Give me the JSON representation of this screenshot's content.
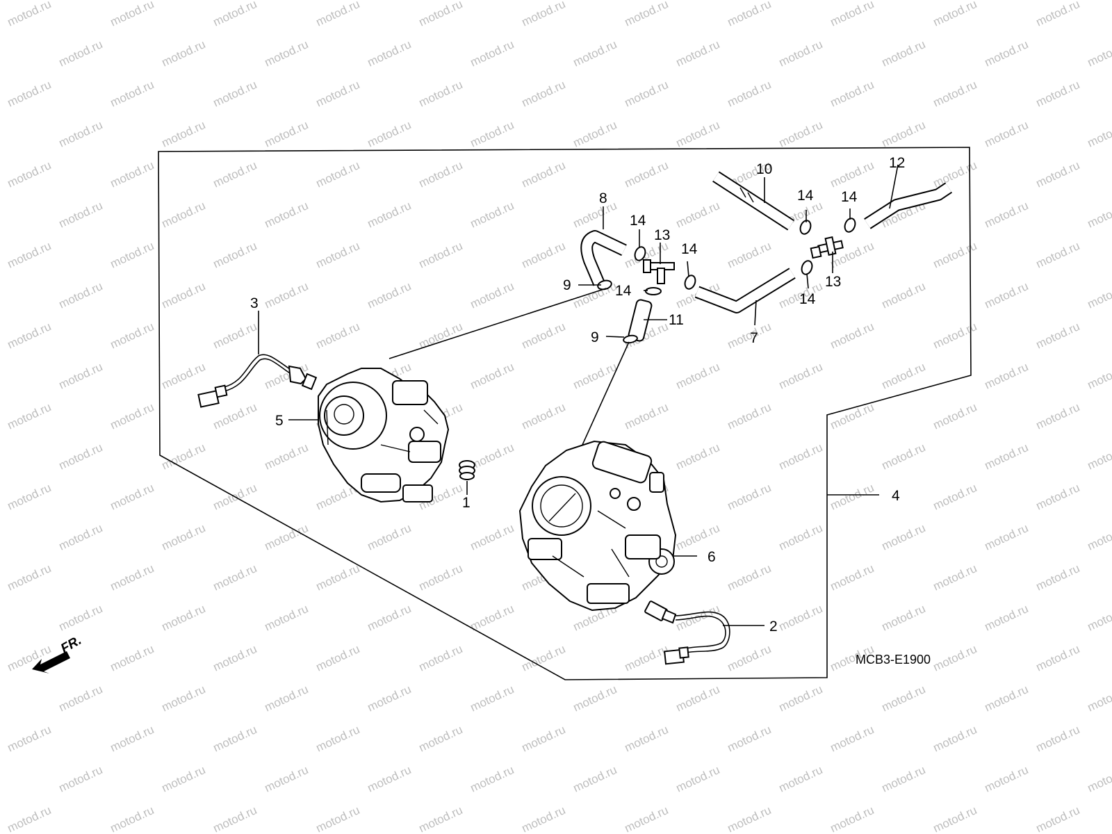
{
  "watermark": "motod.ru",
  "diagram_code": "MCB3-E1900",
  "front_label": "FR.",
  "callouts": {
    "c1": "1",
    "c2": "2",
    "c3": "3",
    "c4": "4",
    "c5": "5",
    "c6": "6",
    "c7": "7",
    "c8": "8",
    "c9a": "9",
    "c9b": "9",
    "c10": "10",
    "c11": "11",
    "c12": "12",
    "c13a": "13",
    "c13b": "13",
    "c14a": "14",
    "c14b": "14",
    "c14c": "14",
    "c14d": "14",
    "c14e": "14",
    "c14f": "14"
  }
}
